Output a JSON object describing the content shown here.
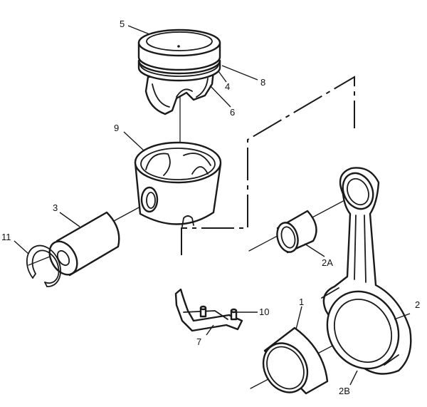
{
  "labels": {
    "l1": "1",
    "l2": "2",
    "l2a": "2A",
    "l2b": "2B",
    "l3": "3",
    "l4": "4",
    "l5": "5",
    "l6": "6",
    "l7": "7",
    "l8": "8",
    "l9": "9",
    "l10": "10",
    "l11": "11"
  }
}
